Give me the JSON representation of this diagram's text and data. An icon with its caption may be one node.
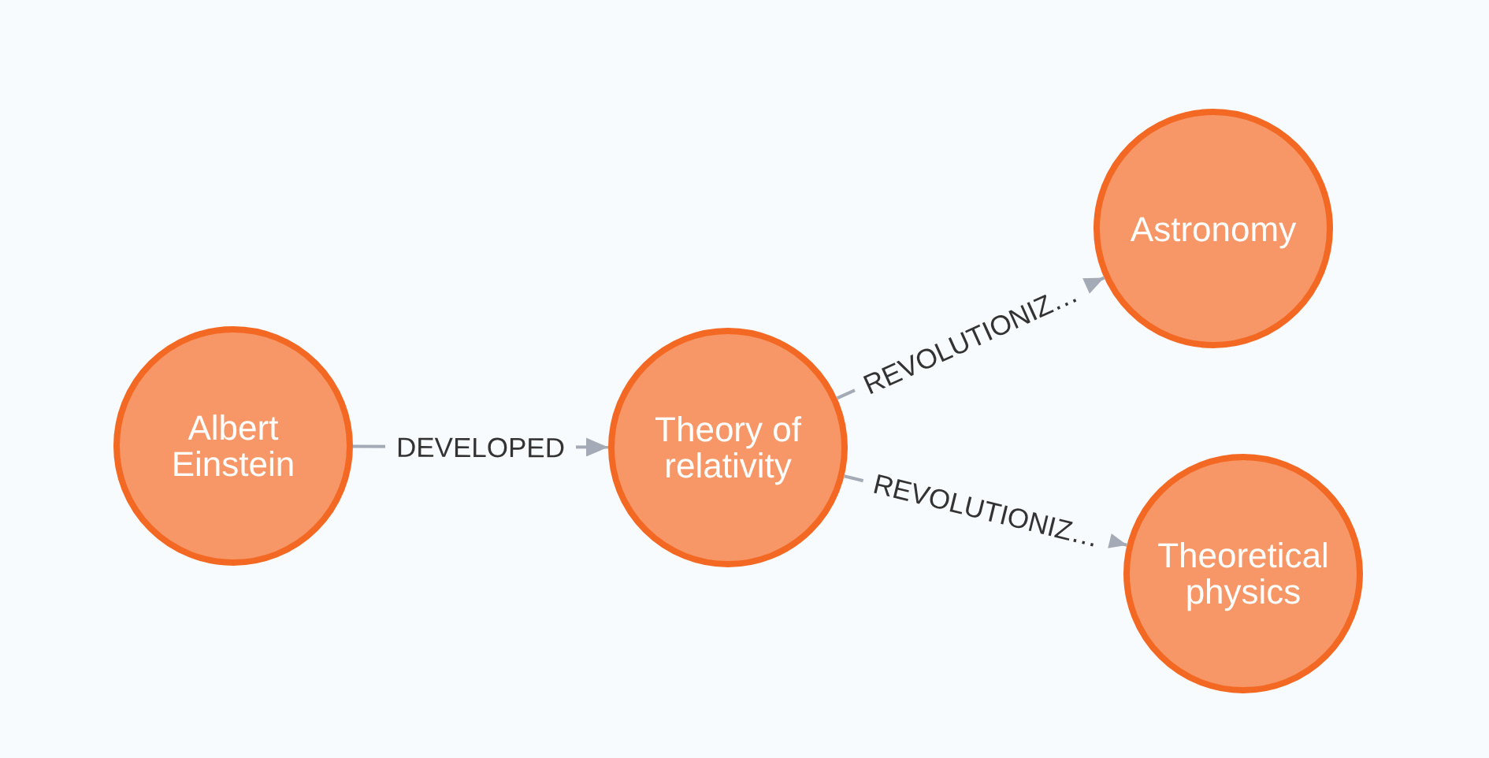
{
  "diagram": {
    "nodes": [
      {
        "text": [
          "Albert Einstein"
        ]
      },
      {
        "text": [
          "Theory of relativity"
        ]
      },
      {
        "text": [
          "Astronomy"
        ]
      },
      {
        "text": [
          "Theoretical physics"
        ]
      }
    ],
    "edges": [
      {
        "from": 0,
        "to": 1,
        "arrow": "to",
        "label": "DEVELOPED"
      },
      {
        "from": 1,
        "to": 2,
        "arrow": "to",
        "label": "REVOLUTIONIZ…"
      },
      {
        "from": 1,
        "to": 3,
        "arrow": "to",
        "label": "REVOLUTIONIZ…"
      }
    ]
  }
}
